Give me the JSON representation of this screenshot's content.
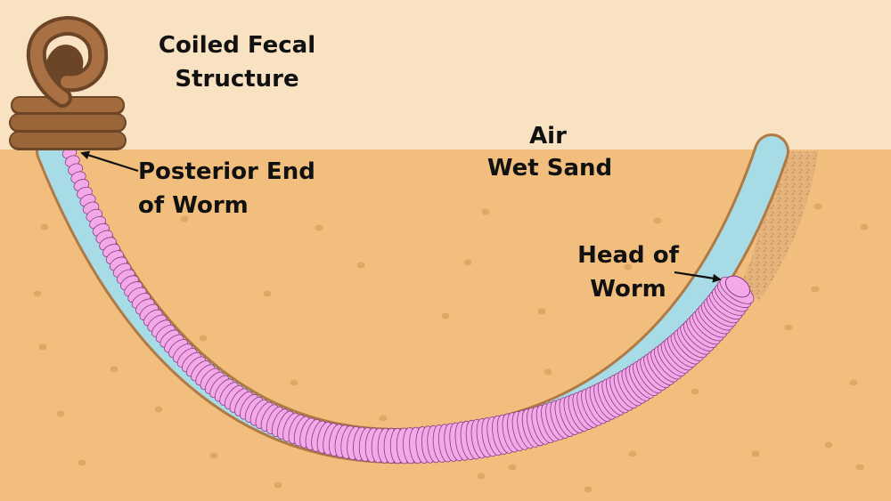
{
  "colors": {
    "air": "#f8e2c2",
    "wet_sand": "#f2be7d",
    "sand_dot": "#dfa862",
    "burrow_wall": "#b07a45",
    "water": "#a7dbe6",
    "worm_fill": "#f3a9e8",
    "worm_stroke": "#8a3b86",
    "shaft_fill": "#e1b07c",
    "casting_dark": "#6b4526",
    "casting_mid": "#9a6538",
    "casting_light": "#b07a48",
    "text": "#111111"
  },
  "labels": {
    "coiled_fecal_structure": [
      "Coiled Fecal",
      "Structure"
    ],
    "air": "Air",
    "wet_sand": "Wet Sand",
    "posterior_end": [
      "Posterior End",
      "of Worm"
    ],
    "head": [
      "Head of",
      "Worm"
    ]
  },
  "icons": {
    "casting": "coiled-fecal-casting-icon",
    "worm": "lugworm-body-icon",
    "arrow": "pointer-arrow-icon"
  }
}
